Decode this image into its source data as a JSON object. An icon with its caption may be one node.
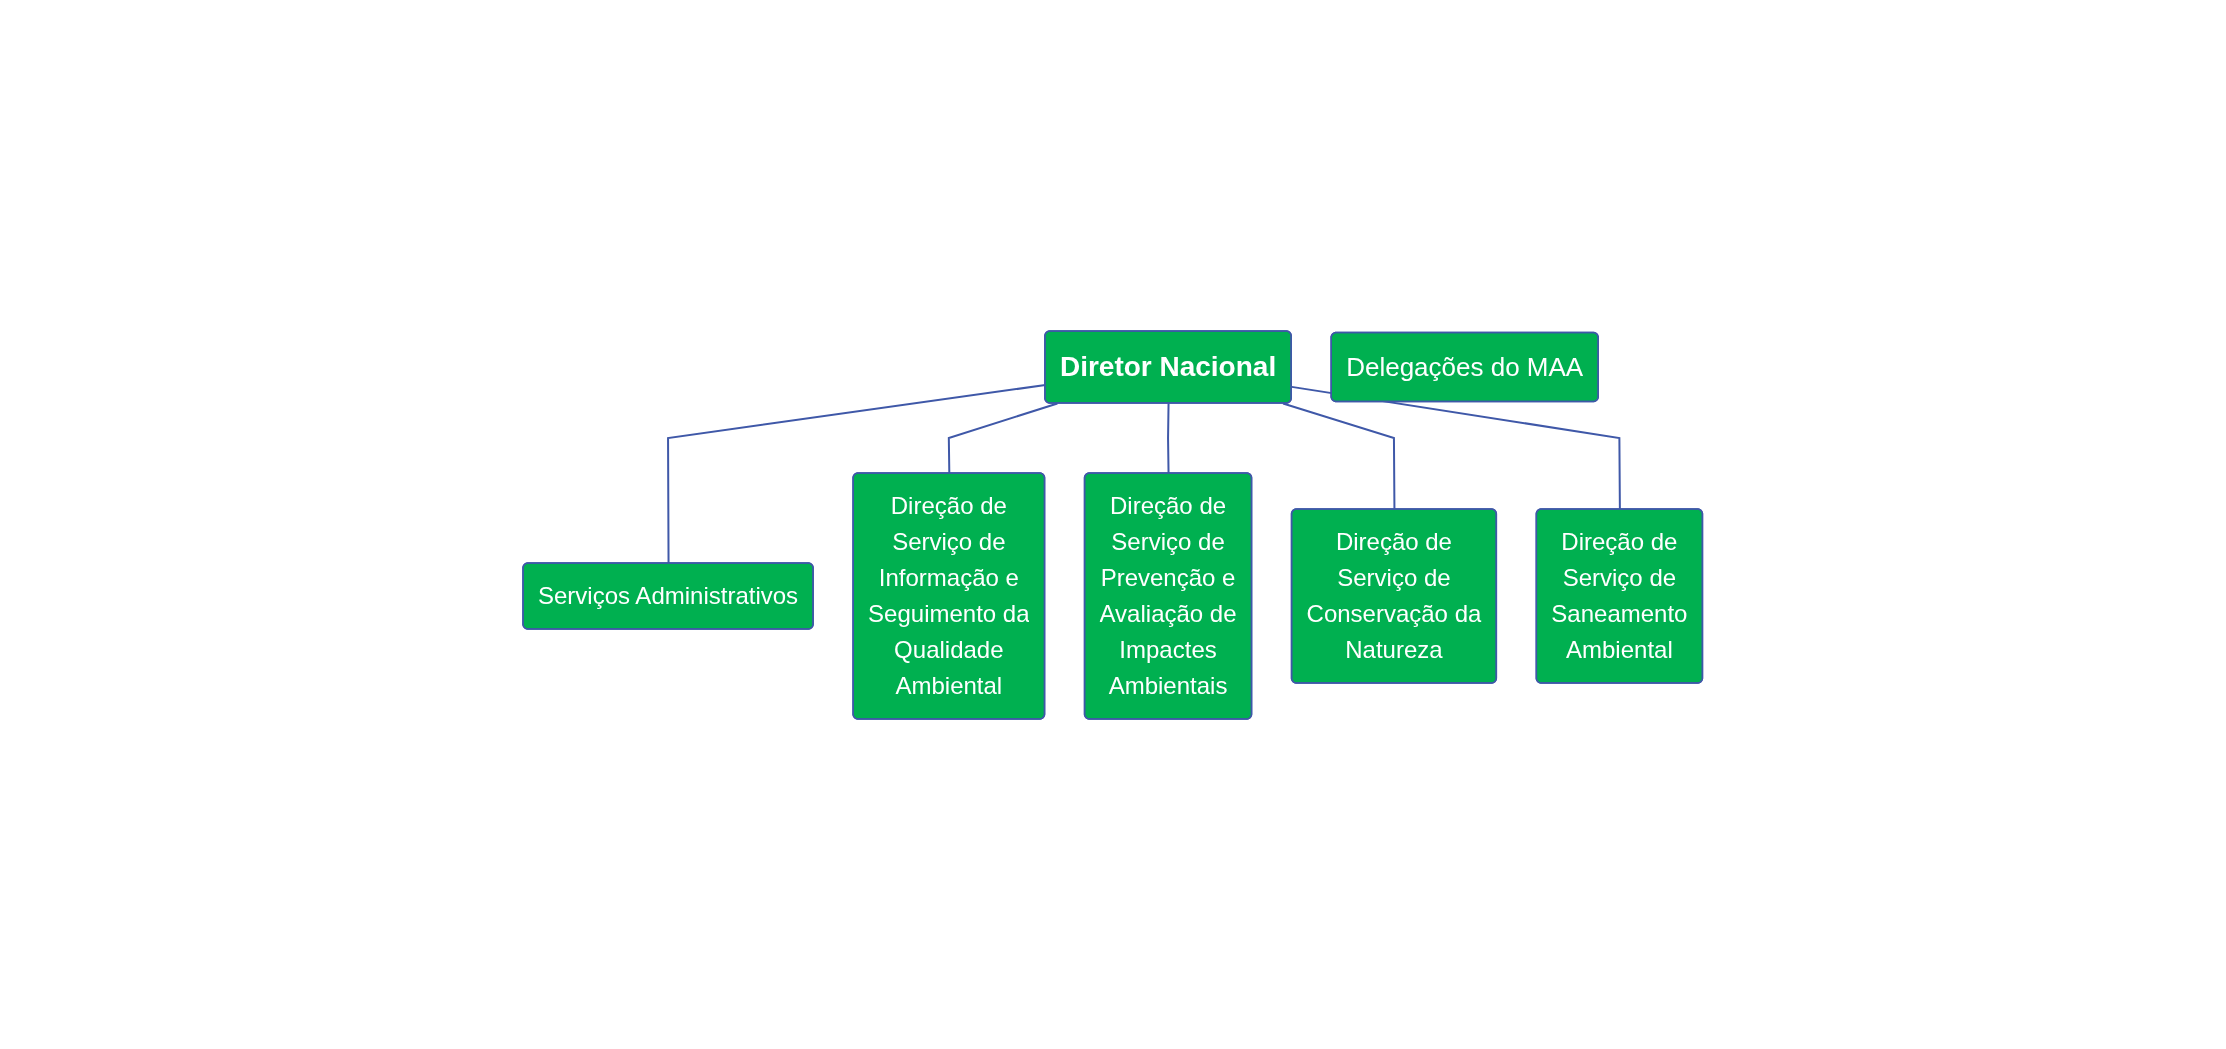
{
  "diagram": {
    "nodes": [
      {
        "text": [
          "Diretor Nacional"
        ]
      },
      {
        "text": [
          "Serviços Administrativos"
        ]
      },
      {
        "text": [
          "Direção de Serviço de Informação e Seguimento da Qualidade Ambiental"
        ]
      },
      {
        "text": [
          "Direção de Serviço de Prevenção e Avaliação de Impactes Ambientais"
        ]
      },
      {
        "text": [
          "Direção de Serviço de Conservação da Natureza"
        ]
      },
      {
        "text": [
          "Direção de Serviço de Saneamento Ambiental"
        ]
      },
      {
        "text": [
          "Delegações do MAA"
        ]
      }
    ],
    "edges": [
      {
        "from": 0,
        "to": 1,
        "arrow": "none"
      },
      {
        "from": 0,
        "to": 2,
        "arrow": "none"
      },
      {
        "from": 0,
        "to": 3,
        "arrow": "none"
      },
      {
        "from": 0,
        "to": 4,
        "arrow": "none"
      },
      {
        "from": 0,
        "to": 5,
        "arrow": "none"
      }
    ]
  }
}
